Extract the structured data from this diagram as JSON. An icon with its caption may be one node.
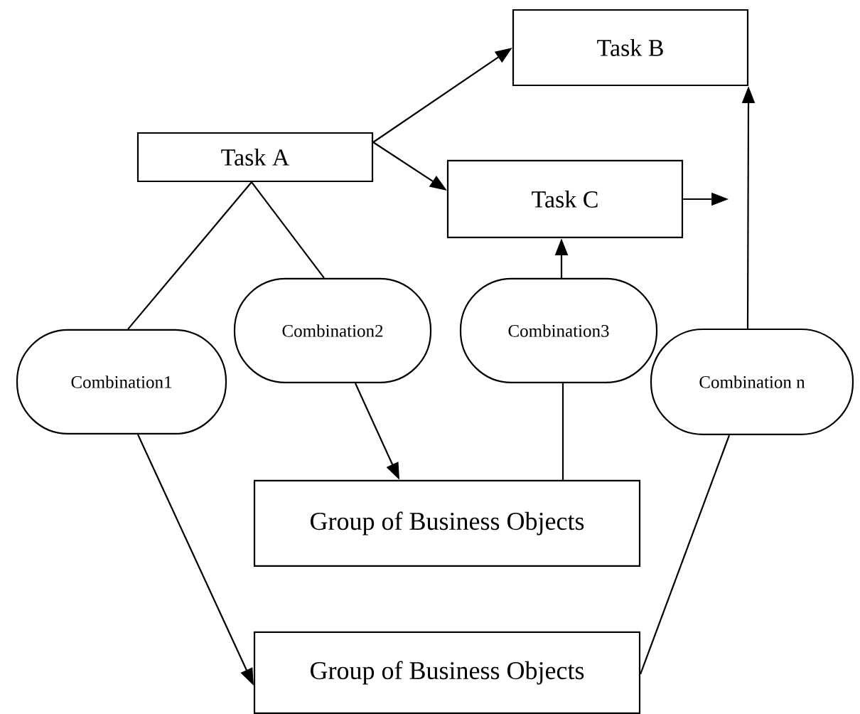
{
  "diagram": {
    "nodes": [
      {
        "text": [
          "Task A"
        ]
      },
      {
        "text": [
          "Task B"
        ]
      },
      {
        "text": [
          "Task C"
        ]
      },
      {
        "text": [
          "Combination1"
        ]
      },
      {
        "text": [
          "Combination2"
        ]
      },
      {
        "text": [
          "Combination3"
        ]
      },
      {
        "text": [
          "Combination n"
        ]
      },
      {
        "text": [
          "Group of Business Objects"
        ]
      },
      {
        "text": [
          "Group of Business Objects"
        ]
      }
    ],
    "edges": [
      {
        "from": 0,
        "to": 1,
        "arrow": "to"
      },
      {
        "from": 0,
        "to": 2,
        "arrow": "to"
      },
      {
        "from": 2,
        "to": null,
        "arrow": "to"
      },
      {
        "from": 0,
        "to": 3,
        "arrow": "none"
      },
      {
        "from": 0,
        "to": 4,
        "arrow": "none"
      },
      {
        "from": 4,
        "to": 7,
        "arrow": "to"
      },
      {
        "from": 5,
        "to": 2,
        "arrow": "to"
      },
      {
        "from": 7,
        "to": 5,
        "arrow": "none"
      },
      {
        "from": 3,
        "to": 8,
        "arrow": "to"
      },
      {
        "from": 8,
        "to": 6,
        "arrow": "none"
      },
      {
        "from": 6,
        "to": 1,
        "arrow": "to"
      }
    ]
  }
}
